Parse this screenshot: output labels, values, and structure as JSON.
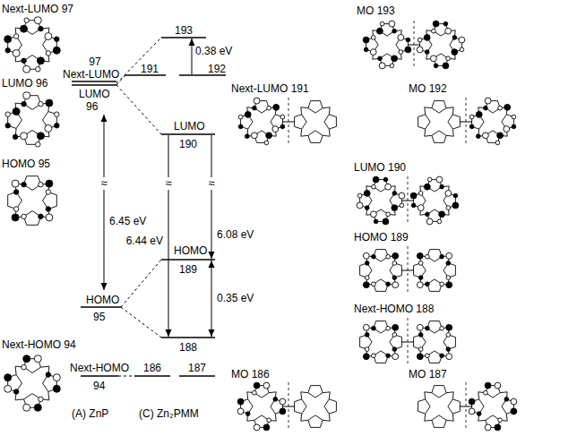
{
  "diagram": {
    "labels": [
      "Next-LUMO 97",
      "LUMO 96",
      "HOMO 95",
      "Next-HOMO 94",
      "97",
      "Next-LUMO",
      "LUMO",
      "96",
      "≈",
      "6.45 eV",
      "HOMO",
      "95",
      "Next-HOMO",
      "94",
      "(A) ZnP",
      "193",
      "0.38 eV",
      "191",
      "192",
      "LUMO",
      "190",
      "≈",
      "6.44 eV",
      "≈",
      "6.08 eV",
      "HOMO",
      "189",
      "0.35 eV",
      "188",
      "186",
      "187",
      "(C) Zn₂PMM",
      "MO 193",
      "Next-LUMO 191",
      "MO 192",
      "LUMO 190",
      "HOMO 189",
      "Next-HOMO 188",
      "MO 186",
      "MO 187"
    ]
  }
}
